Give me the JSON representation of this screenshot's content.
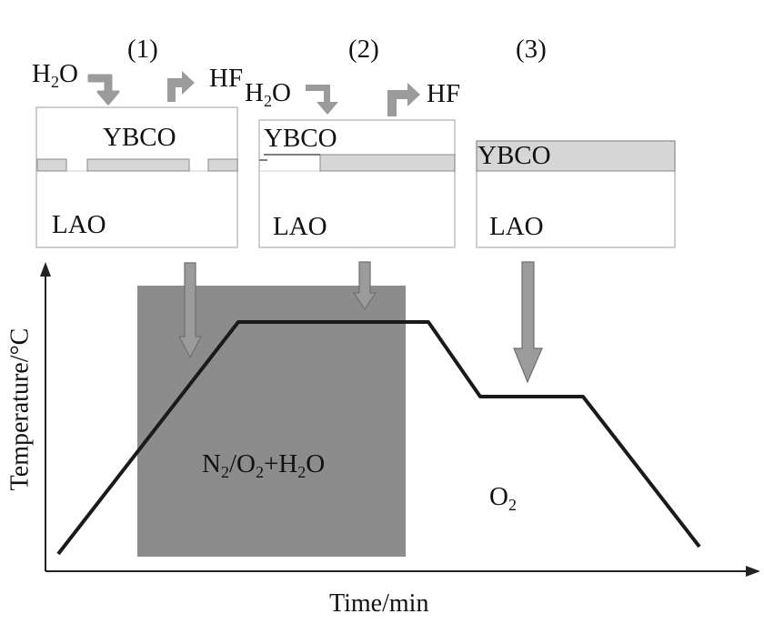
{
  "stages": [
    {
      "label": "(1)",
      "film": "YBCO",
      "substrate": "LAO",
      "in": "H",
      "in_sub": "2",
      "in_tail": "O",
      "out": "HF"
    },
    {
      "label": "(2)",
      "film": "YBCO",
      "substrate": "LAO",
      "in": "H",
      "in_sub": "2",
      "in_tail": "O",
      "out": "HF"
    },
    {
      "label": "(3)",
      "film": "YBCO",
      "substrate": "LAO"
    }
  ],
  "atmosphere": {
    "wet": {
      "parts": [
        "N",
        "2",
        "/O",
        "2",
        "+H",
        "2",
        "O"
      ]
    },
    "dry": {
      "parts": [
        "O",
        "2"
      ]
    }
  },
  "axes": {
    "x_label": "Time/min",
    "y_label": "Temperature/°C"
  },
  "colors": {
    "shade": "#8c8c8c",
    "arrow": "#9b9b9b",
    "layer": "#d6d6d6",
    "line": "#1a1a1a"
  }
}
